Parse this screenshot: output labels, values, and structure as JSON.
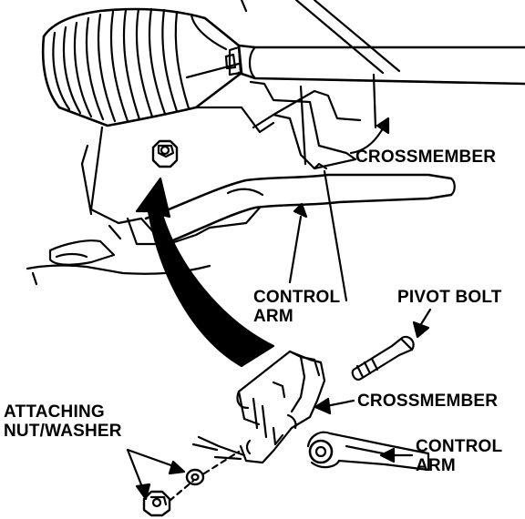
{
  "labels": {
    "crossmember_top": "CROSSMEMBER",
    "control_arm_top": [
      "CONTROL",
      "ARM"
    ],
    "pivot_bolt": "PIVOT BOLT",
    "crossmember_bottom": "CROSSMEMBER",
    "attaching_nut_washer": [
      "ATTACHING",
      "NUT/WASHER"
    ],
    "control_arm_bottom": [
      "CONTROL",
      "ARM"
    ]
  },
  "colors": {
    "ink": "#000000",
    "paper": "#ffffff"
  }
}
